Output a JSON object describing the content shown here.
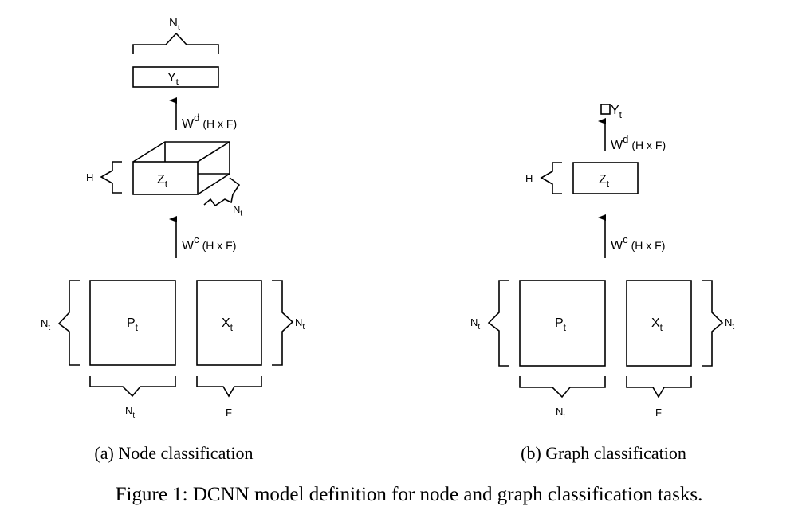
{
  "figure": {
    "caption": "Figure 1: DCNN model definition for node and graph classification tasks.",
    "panels": [
      {
        "id": "a",
        "subcaption": "(a) Node classification",
        "output": {
          "base": "Y",
          "sub": "t",
          "brace_label_base": "N",
          "brace_label_sub": "t"
        },
        "weight_d": {
          "base": "W",
          "sup": "d",
          "dims": "(H x F)"
        },
        "hidden": {
          "base": "Z",
          "sub": "t",
          "height_label": "H",
          "depth_label_base": "N",
          "depth_label_sub": "t"
        },
        "weight_c": {
          "base": "W",
          "sup": "c",
          "dims": "(H x F)"
        },
        "inputs": {
          "p": {
            "base": "P",
            "sub": "t",
            "side_label_base": "N",
            "side_label_sub": "t",
            "bottom_label_base": "N",
            "bottom_label_sub": "t"
          },
          "x": {
            "base": "X",
            "sub": "t",
            "side_label_base": "N",
            "side_label_sub": "t",
            "bottom_label": "F"
          }
        }
      },
      {
        "id": "b",
        "subcaption": "(b) Graph classification",
        "output": {
          "base": "Y",
          "sub": "t"
        },
        "weight_d": {
          "base": "W",
          "sup": "d",
          "dims": "(H x F)"
        },
        "hidden": {
          "base": "Z",
          "sub": "t",
          "height_label": "H"
        },
        "weight_c": {
          "base": "W",
          "sup": "c",
          "dims": "(H x F)"
        },
        "inputs": {
          "p": {
            "base": "P",
            "sub": "t",
            "side_label_base": "N",
            "side_label_sub": "t",
            "bottom_label_base": "N",
            "bottom_label_sub": "t"
          },
          "x": {
            "base": "X",
            "sub": "t",
            "side_label_base": "N",
            "side_label_sub": "t",
            "bottom_label": "F"
          }
        }
      }
    ]
  }
}
